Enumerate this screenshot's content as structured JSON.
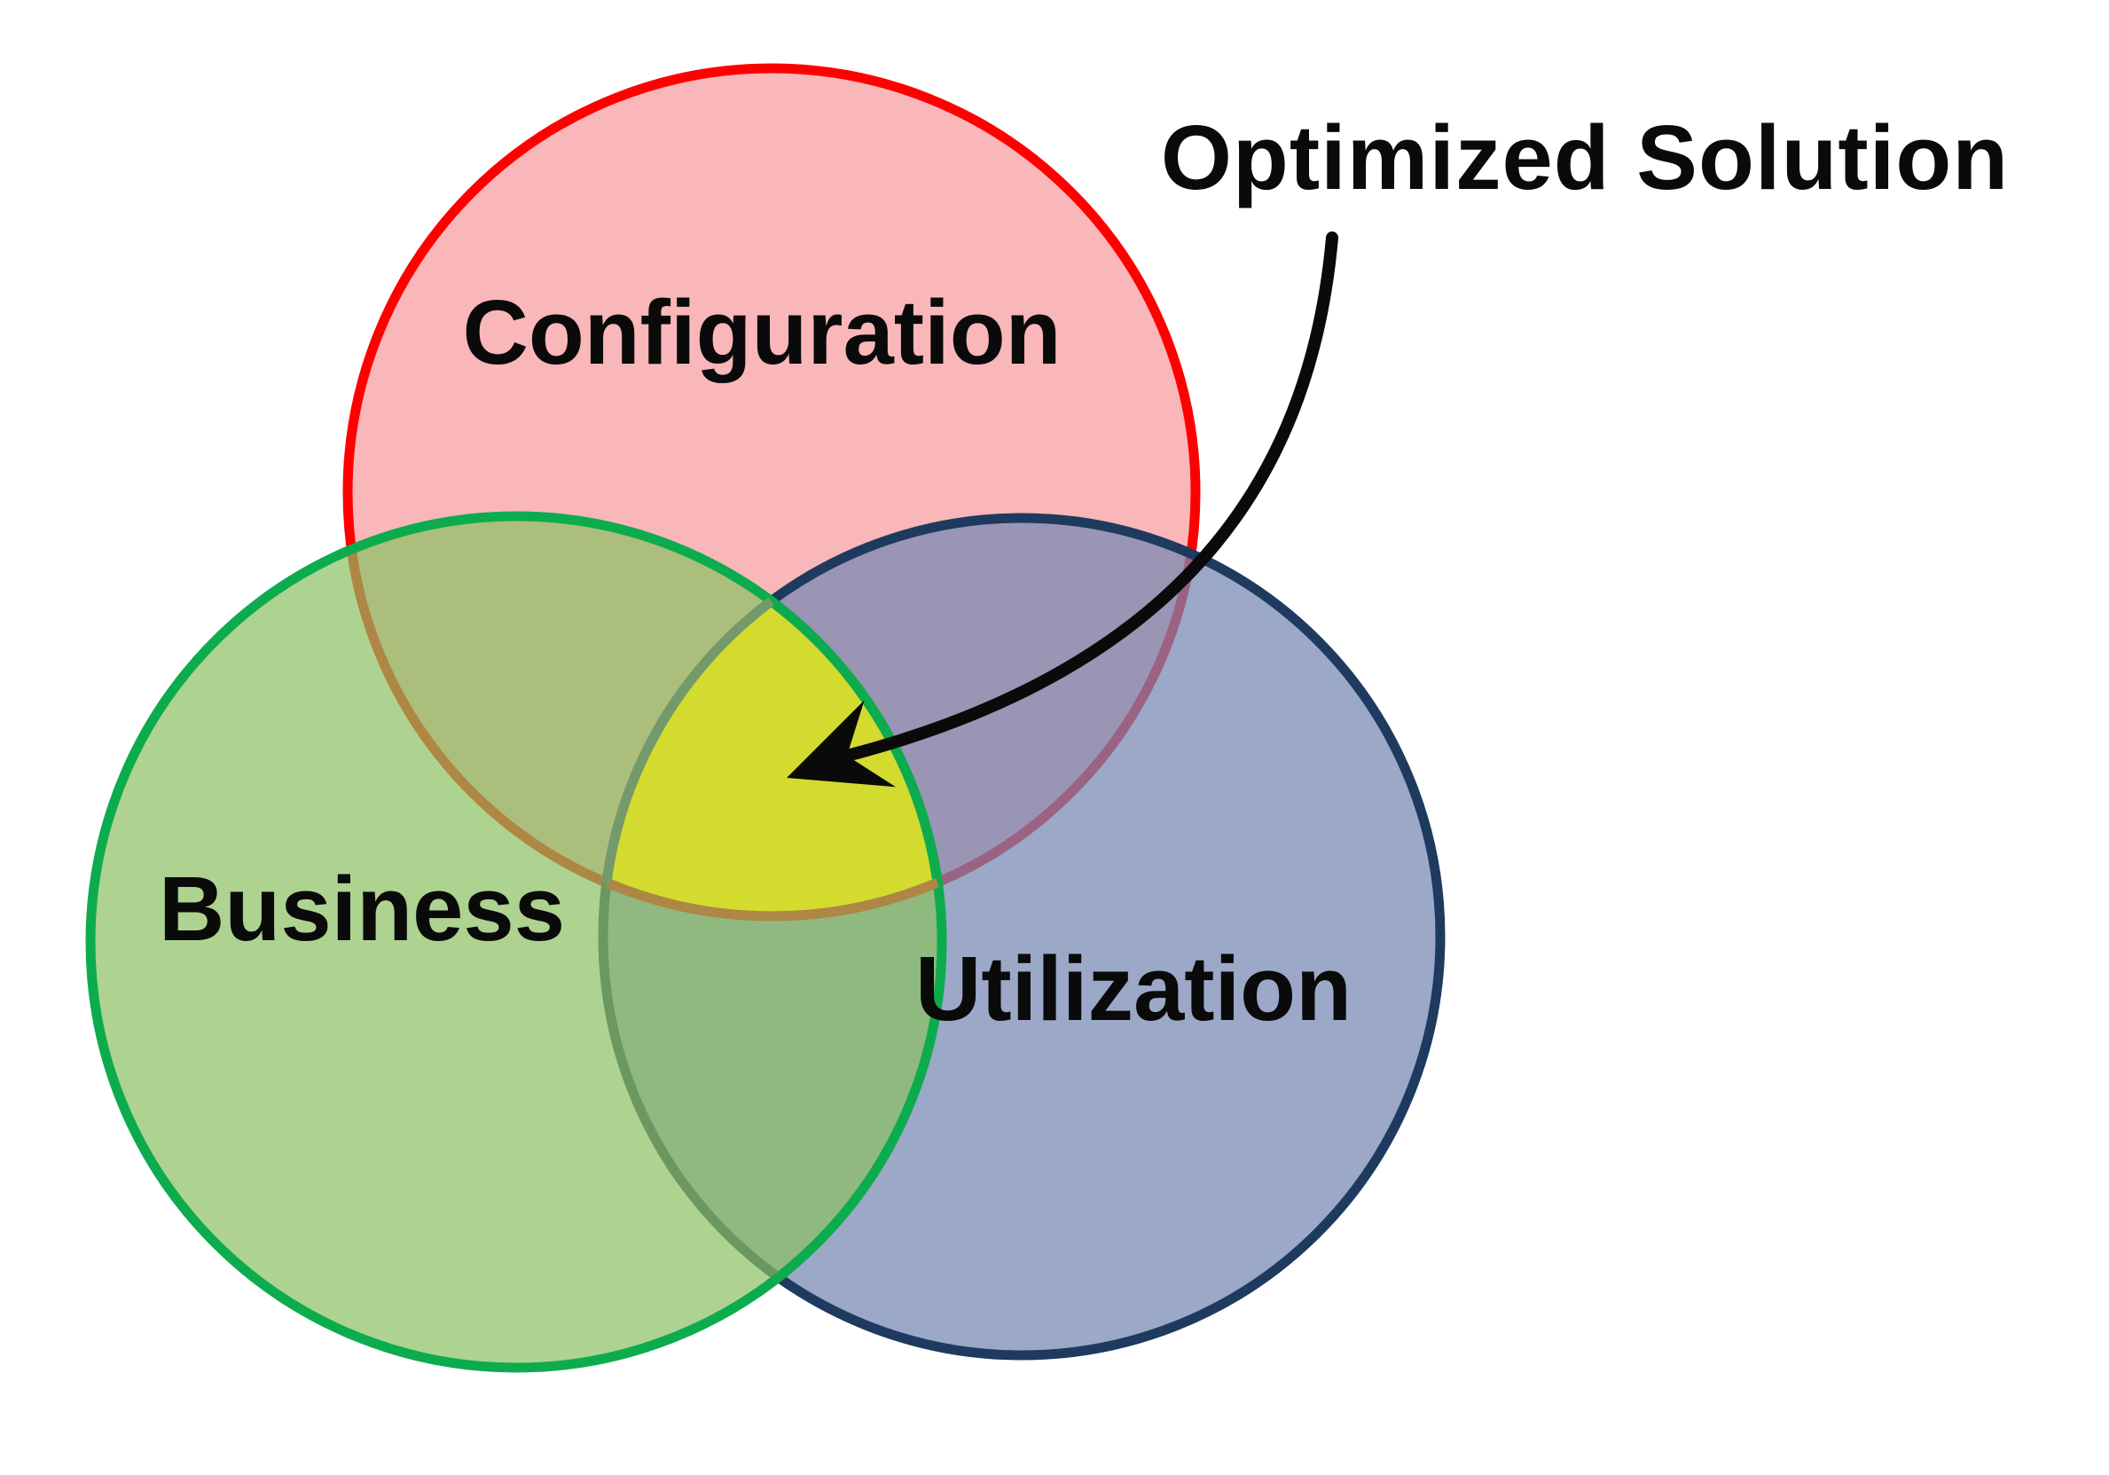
{
  "diagram": {
    "type": "venn-3-circles",
    "labels": {
      "set_configuration": "Configuration",
      "set_business": "Business",
      "set_utilization": "Utilization",
      "annotation": "Optimized Solution"
    },
    "colors": {
      "background": "#FFFFFF",
      "text": "#0A0A0A",
      "arrow": "#0A0A0A",
      "configuration_fill": "#F9B7B9",
      "configuration_border": "#FF0000",
      "business_fill": "rgba(140,192,99,0.70)",
      "business_border": "#0CAC4E",
      "utilization_fill": "rgba(118,136,178,0.73)",
      "utilization_border": "#1E3A5F",
      "center_fill": "#D3DB2E",
      "center_edge_green": "#0CAC4E",
      "center_edge_gold": "#AE8645",
      "center_edge_sage": "#74996B"
    }
  }
}
